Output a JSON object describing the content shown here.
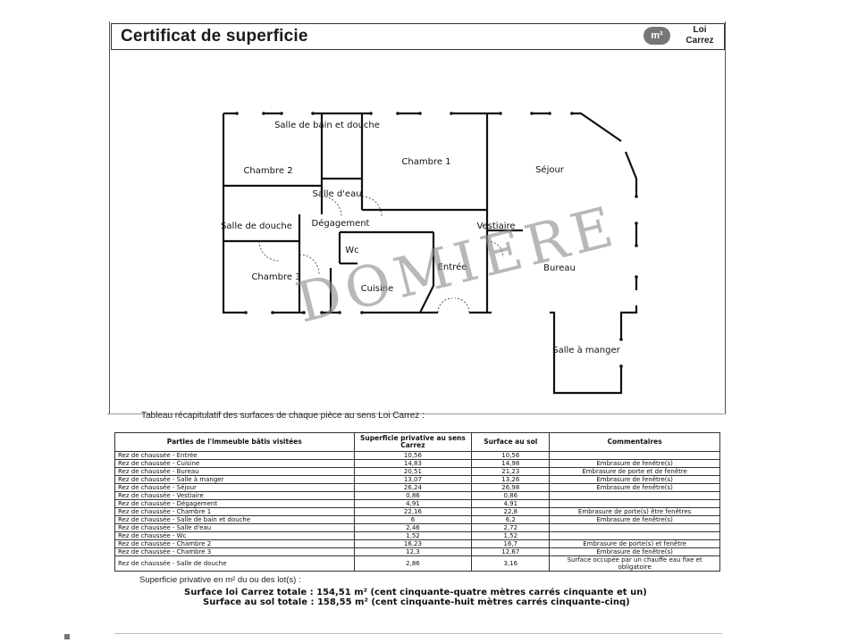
{
  "header": {
    "title": "Certificat de superficie",
    "badge": "m²",
    "badge_label": "Loi Carrez"
  },
  "plan": {
    "rooms": {
      "salle_bain_douche": "Salle de bain et douche",
      "chambre_2": "Chambre 2",
      "chambre_1": "Chambre 1",
      "sejour": "Séjour",
      "salle_deau": "Salle d'eau",
      "salle_de_douche": "Salle de douche",
      "degagement": "Dégagement",
      "vestiaire": "Vestiaire",
      "wc": "Wc",
      "entree": "Entrée",
      "bureau": "Bureau",
      "chambre_3": "Chambre 3",
      "cuisine": "Cuisine",
      "salle_a_manger": "Salle à manger"
    },
    "watermark": "DOMIERE"
  },
  "table": {
    "caption": "Tableau récapitulatif des surfaces de chaque pièce au sens Loi Carrez :",
    "headers": [
      "Parties de l'immeuble bâtis visitées",
      "Superficie privative au sens Carrez",
      "Surface au sol",
      "Commentaires"
    ],
    "rows": [
      [
        "Rez de chaussée - Entrée",
        "10,56",
        "10,56",
        ""
      ],
      [
        "Rez de chaussée - Cuisine",
        "14,83",
        "14,98",
        "Embrasure de fenêtre(s)"
      ],
      [
        "Rez de chaussée - Bureau",
        "20,51",
        "21,23",
        "Embrasure de porte et de fenêtre"
      ],
      [
        "Rez de chaussée - Salle à manger",
        "13,07",
        "13,26",
        "Embrasure de fenêtre(s)"
      ],
      [
        "Rez de chaussée - Séjour",
        "26,24",
        "26,98",
        "Embrasure de fenêtre(s)"
      ],
      [
        "Rez de chaussée - Vestiaire",
        "0,86",
        "0,86",
        ""
      ],
      [
        "Rez de chaussée - Dégagement",
        "4,91",
        "4,91",
        ""
      ],
      [
        "Rez de chaussée - Chambre 1",
        "22,16",
        "22,8",
        "Embrasure de porte(s) être fenêtres"
      ],
      [
        "Rez de chaussée - Salle de bain et douche",
        "6",
        "6,2",
        "Embrasure de fenêtre(s)"
      ],
      [
        "Rez de chaussée - Salle d'eau",
        "2,46",
        "2,72",
        ""
      ],
      [
        "Rez de chaussée - Wc",
        "1,52",
        "1,52",
        ""
      ],
      [
        "Rez de chaussée - Chambre 2",
        "16,23",
        "16,7",
        "Embrasure de porte(s) et fenêtre"
      ],
      [
        "Rez de chaussée - Chambre 3",
        "12,3",
        "12,67",
        "Embrasure de fenêtre(s)"
      ],
      [
        "Rez de chaussée - Salle de douche",
        "2,86",
        "3,16",
        "Surface occupée par un chauffe eau fixe et obligatoire"
      ]
    ]
  },
  "summary": {
    "private_label": "Superficie privative en m² du ou des lot(s) :",
    "carrez_total": "Surface loi Carrez totale : 154,51 m² (cent cinquante-quatre mètres carrés cinquante et un)",
    "sol_total": "Surface au sol totale : 158,55 m² (cent cinquante-huit mètres carrés cinquante-cinq)"
  }
}
